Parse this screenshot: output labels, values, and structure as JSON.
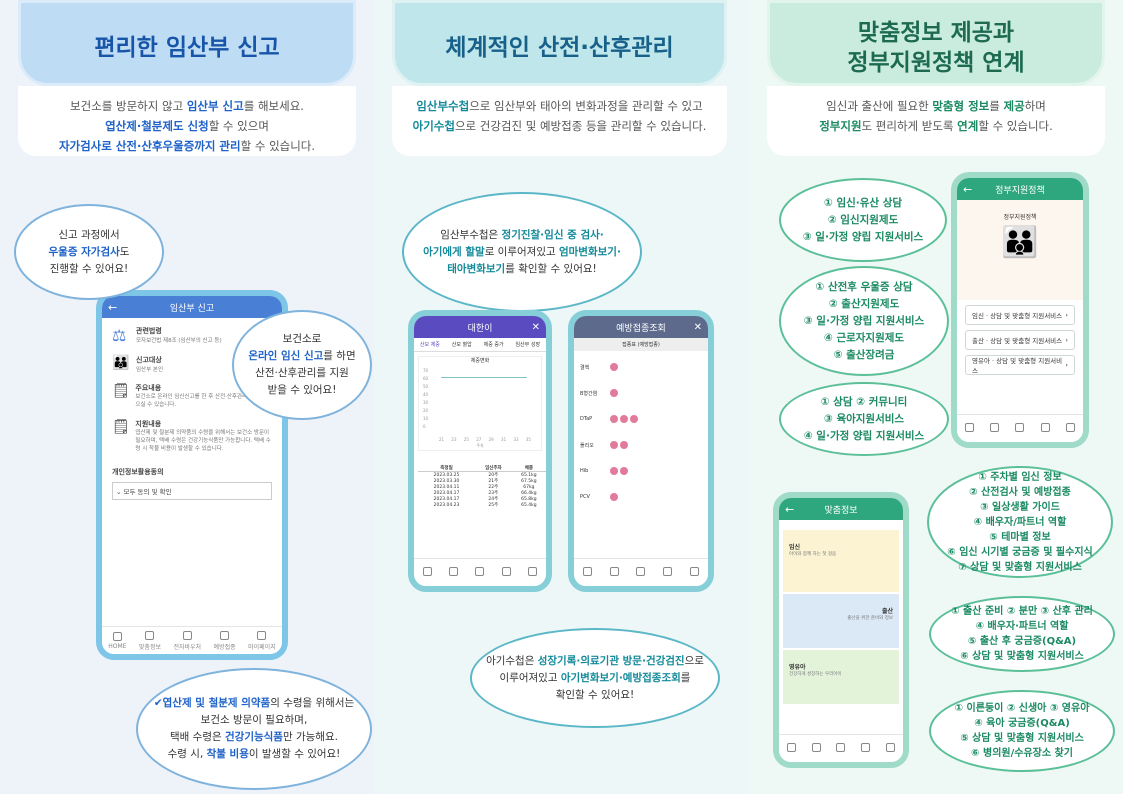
{
  "panel1": {
    "header": "편리한 임산부 신고",
    "desc": {
      "l1a": "보건소를 방문하지 않고 ",
      "l1b": "임산부 신고",
      "l1c": "를 해보세요.",
      "l2a": "엽산제·철분제도 신청",
      "l2b": "할 수 있으며",
      "l3a": "자가검사로 산전·산후우울증까지 관리",
      "l3b": "할 수 있습니다."
    },
    "bubble_a": {
      "l1": "신고 과정에서",
      "l2a": "우울증 자가검사",
      "l2b": "도",
      "l3": "진행할 수 있어요!"
    },
    "bubble_b": {
      "l1": "보건소로",
      "l2a": "온라인 임신 신고",
      "l2b": "를 하면",
      "l3": "산전·산후관리를 지원",
      "l4": "받을 수 있어요!"
    },
    "bubble_c": {
      "l1a": "엽산제 및 철분제 의약품",
      "l1b": "의 수령을 위해서는",
      "l2": "보건소 방문이 필요하며,",
      "l3a": "택배 수령은 ",
      "l3b": "건강기능식품",
      "l3c": "만 가능해요.",
      "l4a": "수령 시, ",
      "l4b": "착불 비용",
      "l4c": "이 발생할 수 있어요!"
    },
    "phone": {
      "title": "임산부 신고",
      "items": [
        {
          "title": "관련법령",
          "text": "모자보건법 제8조 (임산부의 신고 등)"
        },
        {
          "title": "신고대상",
          "text": "임산부 본인"
        },
        {
          "title": "주요내용",
          "text": "보건소로 온라인 임신신고를 한 후 산전·산후관리를 지원받으실 수 있습니다."
        },
        {
          "title": "지원내용",
          "text": "엽산제 및 철분제 의약품의 수령을 위해서는 보건소 방문이 필요하며, 택배 수령은 건강기능식품만 가능합니다. 택배 수령 시 착불 비용이 발생할 수 있습니다."
        }
      ],
      "consent": "개인정보활용동의",
      "agree_all": "모두 동의 및 확인",
      "nav": [
        "HOME",
        "맞춤정보",
        "전자바우처",
        "예방접종",
        "마이페이지"
      ]
    }
  },
  "panel2": {
    "header": "체계적인 산전·산후관리",
    "desc": {
      "l1a": "임산부수첩",
      "l1b": "으로 임산부와 태아의 변화과정을 관리할 수 있고",
      "l2a": "아기수첩",
      "l2b": "으로 건강검진 및 예방접종 등을 관리할 수 있습니다."
    },
    "bubble_a": {
      "l1": "임산부수첩은 ",
      "l1b": "정기진찰·임신 중 검사·",
      "l2a": "아기에게 할말",
      "l2b": "로 이루어져있고 ",
      "l2c": "엄마변화보기·",
      "l3a": "태아변화보기",
      "l3b": "를 확인할 수 있어요!"
    },
    "bubble_b": {
      "l1a": "아기수첩은 ",
      "l1b": "성장기록·의료기관 방문·건강검진",
      "l1c": "으로",
      "l2a": "이루어져있고 ",
      "l2b": "아기변화보기·예방접종조회",
      "l2c": "를",
      "l3": "확인할 수 있어요!"
    },
    "phone_a": {
      "title": "대한이",
      "tabs": [
        "산모 체중",
        "산모 혈압",
        "체중 증가",
        "임산부 성장"
      ],
      "chart_title": "체중변화",
      "y_ticks": [
        "70",
        "60",
        "50",
        "40",
        "30",
        "20",
        "10",
        "0"
      ],
      "x_ticks": [
        "21",
        "23",
        "25",
        "27",
        "29",
        "31",
        "33",
        "35"
      ],
      "xlabel": "주차",
      "headers": [
        "측정일",
        "임신주차",
        "체중"
      ],
      "rows": [
        [
          "2023.03.25",
          "20주",
          "65.1kg"
        ],
        [
          "2023.03.30",
          "21주",
          "67.5kg"
        ],
        [
          "2023.04.11",
          "22주",
          "67kg"
        ],
        [
          "2023.04.17",
          "23주",
          "66.4kg"
        ],
        [
          "2023.04.17",
          "24주",
          "65.8kg"
        ],
        [
          "2023.04.23",
          "25주",
          "65.4kg"
        ]
      ]
    },
    "phone_b": {
      "title": "예방접종조회",
      "subtitle": "접종표 (예방접종)",
      "rows": [
        "결핵",
        "B형간염",
        "DTaP",
        "폴리오",
        "Hib",
        "PCV"
      ]
    }
  },
  "panel3": {
    "header_l1": "맞춤정보 제공과",
    "header_l2": "정부지원정책 연계",
    "desc": {
      "l1a": "임신과 출산에 필요한 ",
      "l1b": "맞춤형 정보",
      "l1c": "를 ",
      "l1d": "제공",
      "l1e": "하며",
      "l2a": "정부지원",
      "l2b": "도 편리하게 받도록 ",
      "l2c": "연계",
      "l2d": "할 수 있습니다."
    },
    "bubble_a": [
      "① 임신·유산 상담",
      "② 임신지원제도",
      "③ 일·가정 양립 지원서비스"
    ],
    "bubble_b": [
      "① 산전후 우울증 상담",
      "② 출산지원제도",
      "③ 일·가정 양립 지원서비스",
      "④ 근로자지원제도",
      "⑤ 출산장려금"
    ],
    "bubble_c": [
      "① 상담  ② 커뮤니티",
      "③ 육아지원서비스",
      "④ 일·가정 양립 지원서비스"
    ],
    "bubble_d": [
      "① 주차별 임신 정보",
      "② 산전검사 및 예방접종",
      "③ 일상생활 가이드",
      "④ 배우자/파트너 역할",
      "⑤ 테마별 정보",
      "⑥ 임신 시기별 궁금증 및 필수지식",
      "⑦ 상담 및 맞춤형 지원서비스"
    ],
    "bubble_e": [
      "① 출산 준비  ② 분만  ③ 산후 관리",
      "④ 배우자·파트너 역할",
      "⑤ 출산 후 궁금증(Q&A)",
      "⑥ 상담 및 맞춤형 지원서비스"
    ],
    "bubble_f": [
      "① 이른둥이  ② 신생아  ③ 영유아",
      "④ 육아 궁금증(Q&A)",
      "⑤ 상담 및 맞춤형 지원서비스",
      "⑥ 병의원/수유장소 찾기"
    ],
    "phone_a": {
      "title": "정부지원정책",
      "banner": "정부지원정책",
      "items": [
        "임신 · 상담 및 맞춤형 지원서비스",
        "출산 · 상담 및 맞춤형 지원서비스",
        "영유아 · 상담 및 맞춤형 지원서비스"
      ]
    },
    "phone_b": {
      "title": "맞춤정보",
      "cards": [
        {
          "title": "임신",
          "sub": "아이와 함께 하는 첫 걸음"
        },
        {
          "title": "출산",
          "sub": "출산을 위한 준비와 정보"
        },
        {
          "title": "영유아",
          "sub": "건강하게 성장하는 우리아이"
        }
      ]
    }
  }
}
